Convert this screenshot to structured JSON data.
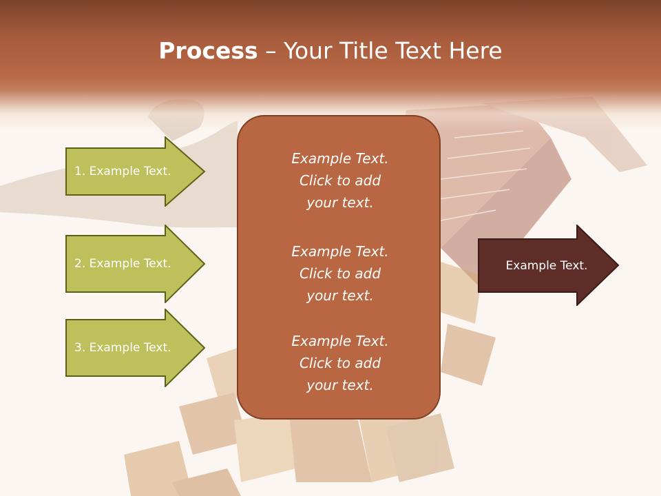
{
  "slide": {
    "title_bold": "Process",
    "title_rest": " – Your Title Text Here",
    "left_arrows": [
      {
        "label": "1. Example Text."
      },
      {
        "label": "2. Example Text."
      },
      {
        "label": "3. Example Text."
      }
    ],
    "center_blocks": [
      {
        "line1": "Example Text.",
        "line2": "Click  to add",
        "line3": "your text."
      },
      {
        "line1": "Example Text.",
        "line2": "Click  to add",
        "line3": "your text."
      },
      {
        "line1": "Example Text.",
        "line2": "Click  to add",
        "line3": "your text."
      }
    ],
    "right_arrow": {
      "label": "Example Text."
    }
  },
  "colors": {
    "title_band": "#a75c3d",
    "left_arrow_fill": "#bec05b",
    "left_arrow_border": "#5d6117",
    "center_fill": "#b96643",
    "center_border": "#7f3f24",
    "right_arrow_fill": "#5e2d28",
    "right_arrow_border": "#3a1a17"
  }
}
